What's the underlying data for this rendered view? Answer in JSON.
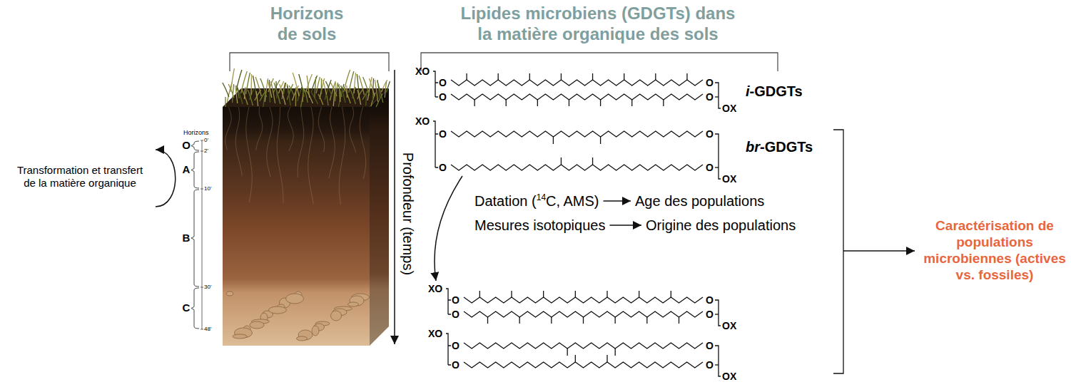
{
  "diagram": {
    "nodes": [
      {
        "text": [
          "Datation (14C, AMS)"
        ]
      },
      {
        "text": [
          "Age des populations"
        ]
      },
      {
        "text": [
          "Mesures isotopiques"
        ]
      },
      {
        "text": [
          "Origine des populations"
        ]
      },
      {
        "text": [
          "Caractérisation de populations microbiennes (actives vs. fossiles)"
        ]
      }
    ],
    "edges": [
      {
        "from": 0,
        "to": 1,
        "arrow": "to"
      },
      {
        "from": 2,
        "to": 3,
        "arrow": "to"
      }
    ],
    "labels": [
      "Horizons de sols",
      "Lipides microbiens (GDGTs) dans la matière organique des sols",
      "Horizons",
      "0'",
      "O",
      "2'",
      "A",
      "10'",
      "B",
      "30'",
      "C",
      "48'",
      "Transformation et transfert de la matière organique",
      "Profondeur (temps)",
      "XO",
      "O",
      "O",
      "O",
      "O",
      "OX",
      "i-GDGTs",
      "XO",
      "O",
      "O",
      "O",
      "O",
      "OX",
      "br-GDGTs",
      "XO",
      "O",
      "O",
      "O",
      "O",
      "OX",
      "XO",
      "O",
      "O",
      "O",
      "O",
      "OX"
    ]
  }
}
